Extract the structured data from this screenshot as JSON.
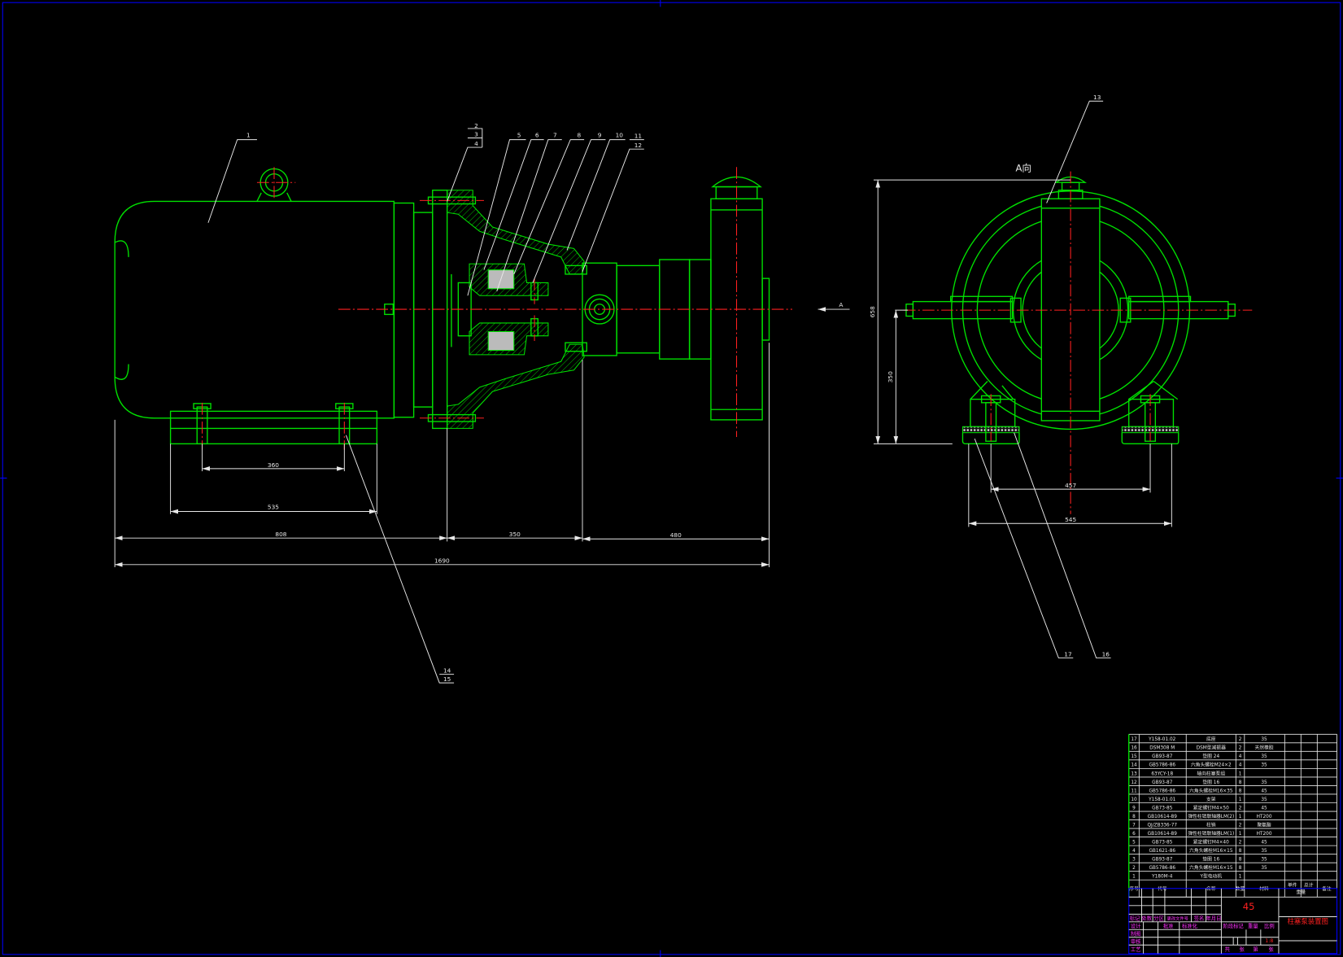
{
  "drawing": {
    "title": "柱塞泵装置图",
    "material": "45",
    "view_label": "A向",
    "arrow_label": "A",
    "scale": "1:8",
    "colors": {
      "geometry": "#00e000",
      "centerline": "#ff2020",
      "dimension": "#e8e8e8",
      "title_labels": "#ff30ff",
      "border": "#0000ff"
    }
  },
  "dimensions": {
    "front": [
      "360",
      "535",
      "808",
      "350",
      "480",
      "1690"
    ],
    "side": [
      "658",
      "350",
      "457",
      "545"
    ]
  },
  "callouts": [
    "1",
    "2",
    "3",
    "4",
    "5",
    "6",
    "7",
    "8",
    "9",
    "10",
    "11",
    "12",
    "13",
    "14",
    "15",
    "16",
    "17"
  ],
  "parts_list": {
    "headers": [
      "序号",
      "代号",
      "名称",
      "数量",
      "材料",
      "单件",
      "总计",
      "重量",
      "备注"
    ],
    "rows": [
      [
        "17",
        "Y158-01.02",
        "底座",
        "2",
        "35"
      ],
      [
        "16",
        "DSM308 M",
        "DSM型减振器",
        "2",
        "天然橡胶"
      ],
      [
        "15",
        "GB93-87",
        "垫圈 24",
        "4",
        "35"
      ],
      [
        "14",
        "GB5786-86",
        "六角头螺栓M24×2",
        "4",
        "35"
      ],
      [
        "13",
        "63YCY-18",
        "轴向柱塞泵组",
        "1",
        ""
      ],
      [
        "12",
        "GB93-87",
        "垫圈 16",
        "8",
        "35"
      ],
      [
        "11",
        "GB5786-86",
        "六角头螺栓M16×35",
        "8",
        "45"
      ],
      [
        "10",
        "Y158-01.01",
        "支架",
        "1",
        "35"
      ],
      [
        "9",
        "GB73-85",
        "紧定螺钉M4×50",
        "2",
        "45"
      ],
      [
        "8",
        "GB10614-89",
        "弹性柱销联轴器LM(2)",
        "1",
        "HT200"
      ],
      [
        "7",
        "QJ/ZB336-77",
        "柱销",
        "2",
        "聚氨酯"
      ],
      [
        "6",
        "GB10614-89",
        "弹性柱销联轴器LM(1)",
        "1",
        "HT200"
      ],
      [
        "5",
        "GB73-85",
        "紧定螺钉M4×40",
        "2",
        "45"
      ],
      [
        "4",
        "GB1621-86",
        "六角头螺栓M16×15",
        "8",
        "35"
      ],
      [
        "3",
        "GB93-87",
        "垫圈 16",
        "8",
        "35"
      ],
      [
        "2",
        "GB5786-86",
        "六角头螺栓M16×15",
        "8",
        "35"
      ],
      [
        "1",
        "Y180M-4",
        "Y型电动机",
        "1",
        ""
      ]
    ]
  },
  "title_block": {
    "labels": [
      "标记",
      "处数",
      "分区",
      "更改文件号",
      "签名",
      "年月日"
    ],
    "roles": [
      "设计",
      "制图",
      "审核",
      "工艺"
    ],
    "standardization": "标准化",
    "approve": "批准",
    "stage_mark": "阶段标记",
    "weight": "重量",
    "scale_label": "比例",
    "sheet": [
      "共",
      "张",
      "第",
      "张"
    ]
  }
}
